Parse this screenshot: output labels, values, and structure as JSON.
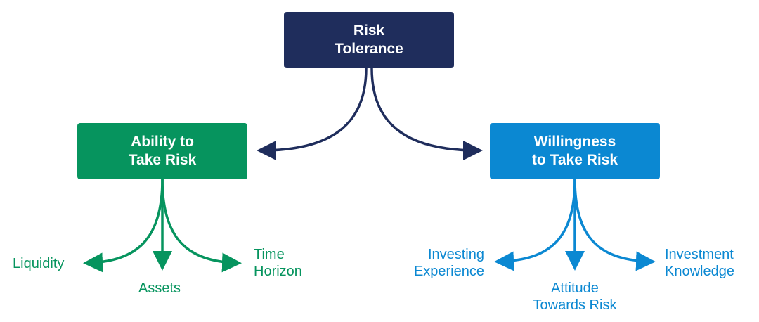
{
  "colors": {
    "navy": "#1f2d5c",
    "green": "#06945e",
    "blue": "#0b88d2"
  },
  "root": {
    "label": "Risk\nTolerance"
  },
  "ability": {
    "label": "Ability to\nTake Risk",
    "factors": [
      "Liquidity",
      "Assets",
      "Time\nHorizon"
    ]
  },
  "willingness": {
    "label": "Willingness\nto Take Risk",
    "factors": [
      "Investing\nExperience",
      "Attitude\nTowards Risk",
      "Investment\nKnowledge"
    ]
  }
}
